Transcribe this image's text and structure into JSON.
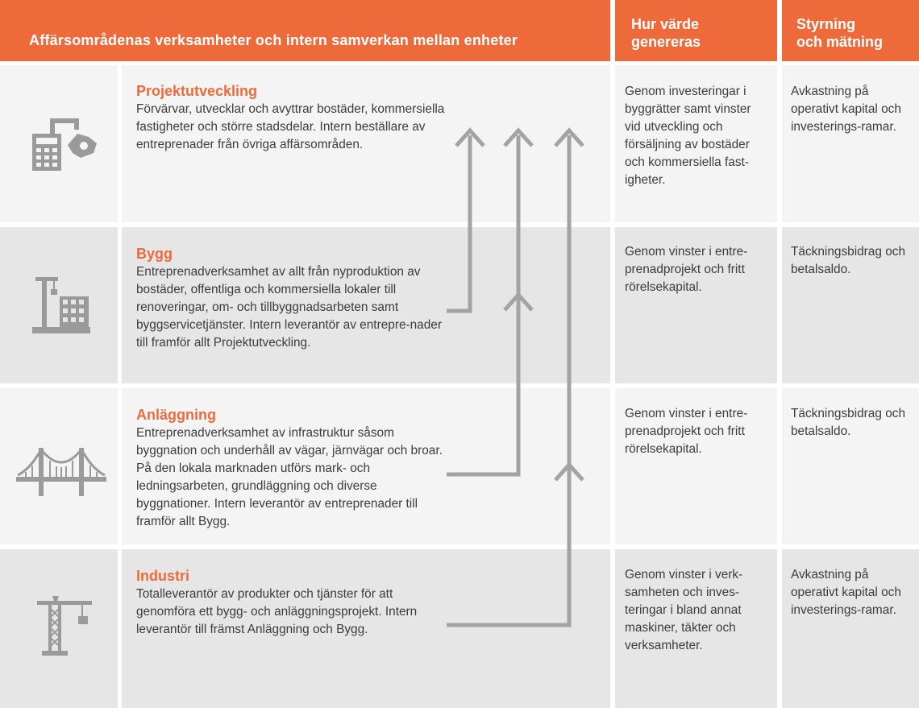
{
  "header": {
    "main": "Affärsområdenas verksamheter och intern samverkan mellan enheter",
    "value": "Hur värde\ngenereras",
    "control": "Styrning\noch mätning"
  },
  "rows": [
    {
      "title": "Projektutveckling",
      "icon": "calculator-building-icon",
      "description": "Förvärvar, utvecklar och avyttrar bostäder, kommersiella fastigheter och större stadsdelar. Intern beställare av entreprenader från övriga affärsområden.",
      "value": "Genom investeringar i byggrätter samt vinster vid utveckling och försäljning av bostäder och kommersiella fast-igheter.",
      "control": "Avkastning på operativt kapital och investerings-ramar."
    },
    {
      "title": "Bygg",
      "icon": "construction-site-icon",
      "description": "Entreprenadverksamhet av allt från nyproduktion av bostäder, offentliga och kommersiella lokaler till renoveringar, om- och tillbyggnadsarbeten samt byggservicetjänster. Intern leverantör av entrepre-nader till framför allt Projektutveckling.",
      "value": "Genom vinster i entre-prenadprojekt och fritt rörelsekapital.",
      "control": "Täckningsbidrag och betalsaldo."
    },
    {
      "title": "Anläggning",
      "icon": "bridge-icon",
      "description": "Entreprenadverksamhet av infrastruktur såsom byggnation och underhåll av vägar, järnvägar och broar. På den lokala marknaden utförs mark- och ledningsarbeten, grundläggning och diverse byggnationer. Intern leverantör av entreprenader till framför allt Bygg.",
      "value": "Genom vinster i entre-prenadprojekt och fritt rörelsekapital.",
      "control": "Täckningsbidrag och betalsaldo."
    },
    {
      "title": "Industri",
      "icon": "tower-crane-icon",
      "description": "Totalleverantör av produkter och tjänster för att genomföra ett bygg- och anläggningsprojekt. Intern leverantör till främst Anläggning och Bygg.",
      "value": "Genom vinster i verk-samheten och inves-teringar i bland annat maskiner, täkter och verksamheter.",
      "control": "Avkastning på operativt kapital och investerings-ramar."
    }
  ],
  "colors": {
    "accent": "#ee6a3a",
    "row_light": "#f4f4f4",
    "row_dark": "#e6e6e6",
    "arrow": "#a3a3a3",
    "icon": "#9a9a9a",
    "text": "#3c3c3c"
  }
}
